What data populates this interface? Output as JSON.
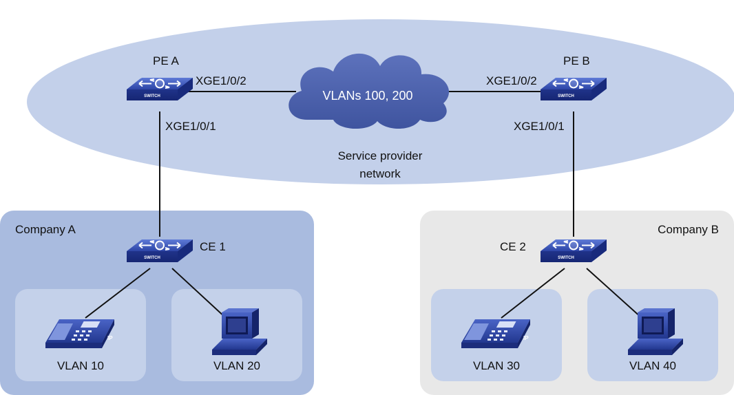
{
  "provider_network": {
    "label_line1": "Service provider",
    "label_line2": "network",
    "cloud_label": "VLANs 100, 200",
    "ellipse_color": "#c3d0ea",
    "cloud_color": "#4a5fa8"
  },
  "pe_a": {
    "name": "PE A",
    "uplink_port": "XGE1/0/2",
    "downlink_port": "XGE1/0/1",
    "device_text": "SWITCH"
  },
  "pe_b": {
    "name": "PE B",
    "uplink_port": "XGE1/0/2",
    "downlink_port": "XGE1/0/1",
    "device_text": "SWITCH"
  },
  "company_a": {
    "name": "Company A",
    "ce_name": "CE 1",
    "device_text": "SWITCH",
    "vlans": [
      "VLAN 10",
      "VLAN 20"
    ],
    "box_color": "#a9bbdf",
    "inner_color": "#c4d1ea"
  },
  "company_b": {
    "name": "Company B",
    "ce_name": "CE 2",
    "device_text": "SWITCH",
    "vlans": [
      "VLAN 30",
      "VLAN 40"
    ],
    "box_color": "#e8e8e8",
    "inner_color": "#c4d1ea"
  },
  "phone_badge": "IP",
  "switch_color": "#2f48a8"
}
